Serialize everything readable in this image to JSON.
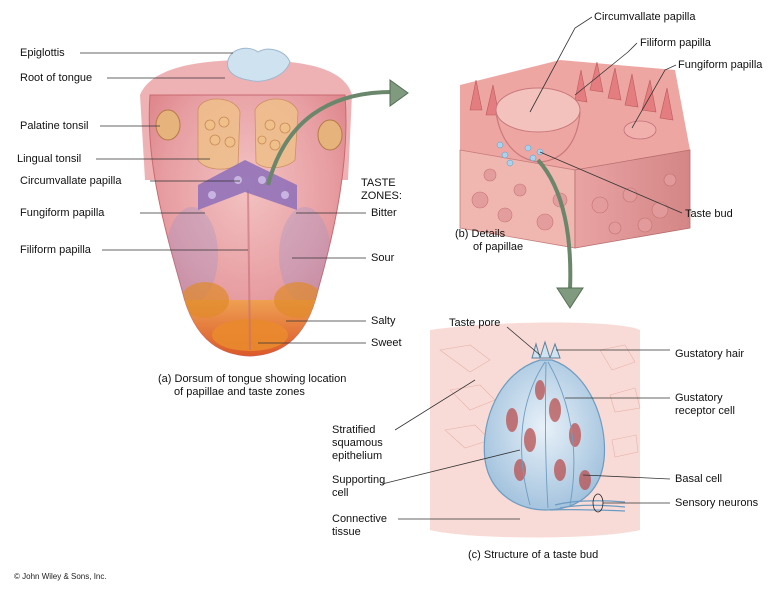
{
  "colors": {
    "tongue": "#e7a0a4",
    "tissue_pink": "#f2b8b4",
    "receptor_blue": "#a9c9e3",
    "arrow_green": "#7f9a7f"
  },
  "panel_a": {
    "labels": {
      "epiglottis": "Epiglottis",
      "root_of_tongue": "Root of tongue",
      "palatine_tonsil": "Palatine tonsil",
      "lingual_tonsil": "Lingual tonsil",
      "circumvallate_papilla": "Circumvallate papilla",
      "fungiform_papilla": "Fungiform papilla",
      "filiform_papilla": "Filiform papilla"
    },
    "taste_zones_title_line1": "TASTE",
    "taste_zones_title_line2": "ZONES:",
    "zones": {
      "bitter": "Bitter",
      "sour": "Sour",
      "salty": "Salty",
      "sweet": "Sweet"
    },
    "caption_line1": "(a) Dorsum of tongue showing location",
    "caption_line2": "of papillae and taste zones"
  },
  "panel_b": {
    "labels": {
      "circumvallate_papilla": "Circumvallate papilla",
      "filiform_papilla": "Filiform papilla",
      "fungiform_papilla": "Fungiform papilla",
      "taste_bud": "Taste bud"
    },
    "caption_line1": "(b) Details",
    "caption_line2": "of papillae"
  },
  "panel_c": {
    "labels": {
      "taste_pore": "Taste pore",
      "gustatory_hair": "Gustatory hair",
      "gustatory_receptor_cell_line1": "Gustatory",
      "gustatory_receptor_cell_line2": "receptor cell",
      "stratified_line1": "Stratified",
      "stratified_line2": "squamous",
      "stratified_line3": "epithelium",
      "supporting_cell_line1": "Supporting",
      "supporting_cell_line2": "cell",
      "basal_cell": "Basal cell",
      "sensory_neurons": "Sensory neurons",
      "connective_tissue_line1": "Connective",
      "connective_tissue_line2": "tissue"
    },
    "caption": "(c) Structure of a taste bud"
  },
  "copyright": "© John Wiley & Sons, Inc."
}
